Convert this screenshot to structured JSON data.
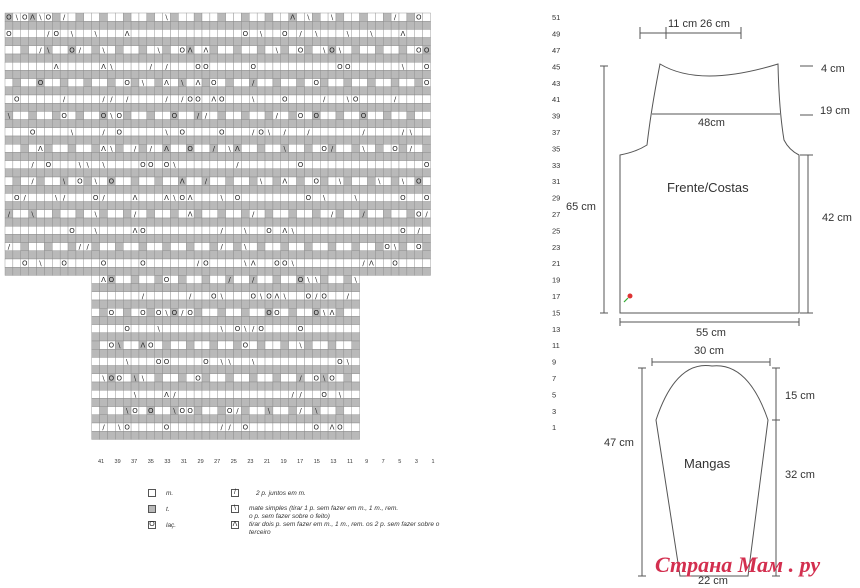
{
  "chart": {
    "row_labels": [
      "51",
      "49",
      "47",
      "45",
      "43",
      "41",
      "39",
      "37",
      "35",
      "33",
      "31",
      "29",
      "27",
      "25",
      "23",
      "21",
      "19",
      "17",
      "15",
      "13",
      "11",
      "9",
      "7",
      "5",
      "3",
      "1"
    ],
    "col_labels": [
      "41",
      "39",
      "37",
      "35",
      "33",
      "31",
      "29",
      "27",
      "25",
      "23",
      "21",
      "19",
      "17",
      "15",
      "13",
      "11",
      "9",
      "7",
      "5",
      "3",
      "1"
    ],
    "total_rows": 52,
    "wide_cols": 54,
    "narrow_cols": 34,
    "narrow_rows": 20,
    "symbols": {
      "yo": "O",
      "k2tog": "/",
      "ssk": "\\",
      "dbl": "Λ"
    }
  },
  "legend": [
    {
      "symbol": "",
      "label": "m."
    },
    {
      "symbol": "",
      "label": "t."
    },
    {
      "symbol": "O",
      "label": "laç."
    },
    {
      "symbol": "/",
      "label": "2 p. juntos em m."
    },
    {
      "symbol": "\\",
      "label": "mate simples (tirar 1 p. sem fazer em m., 1 m., rem. o p. sem fazer sobre o feito)"
    },
    {
      "symbol": "Λ",
      "label": "tirar dois p. sem fazer em m., 1 m., rem. os 2 p. sem fazer sobre o terceiro"
    }
  ],
  "body": {
    "title": "Frente/Costas",
    "shoulder": "11 cm",
    "neck": "26 cm",
    "neck_depth": "4 cm",
    "armhole": "19 cm",
    "chest": "48cm",
    "height": "65 cm",
    "side": "42 cm",
    "hem": "55 cm"
  },
  "sleeve": {
    "title": "Mangas",
    "top": "30 cm",
    "length": "47 cm",
    "cap": "15 cm",
    "lower": "32 cm",
    "cuff": "22 cm"
  },
  "watermark": "Страна Мам . ру",
  "colors": {
    "grid_dark": "#b9b9b9",
    "grid_light": "#ffffff",
    "line": "#555555",
    "watermark": "#d32f4f"
  }
}
